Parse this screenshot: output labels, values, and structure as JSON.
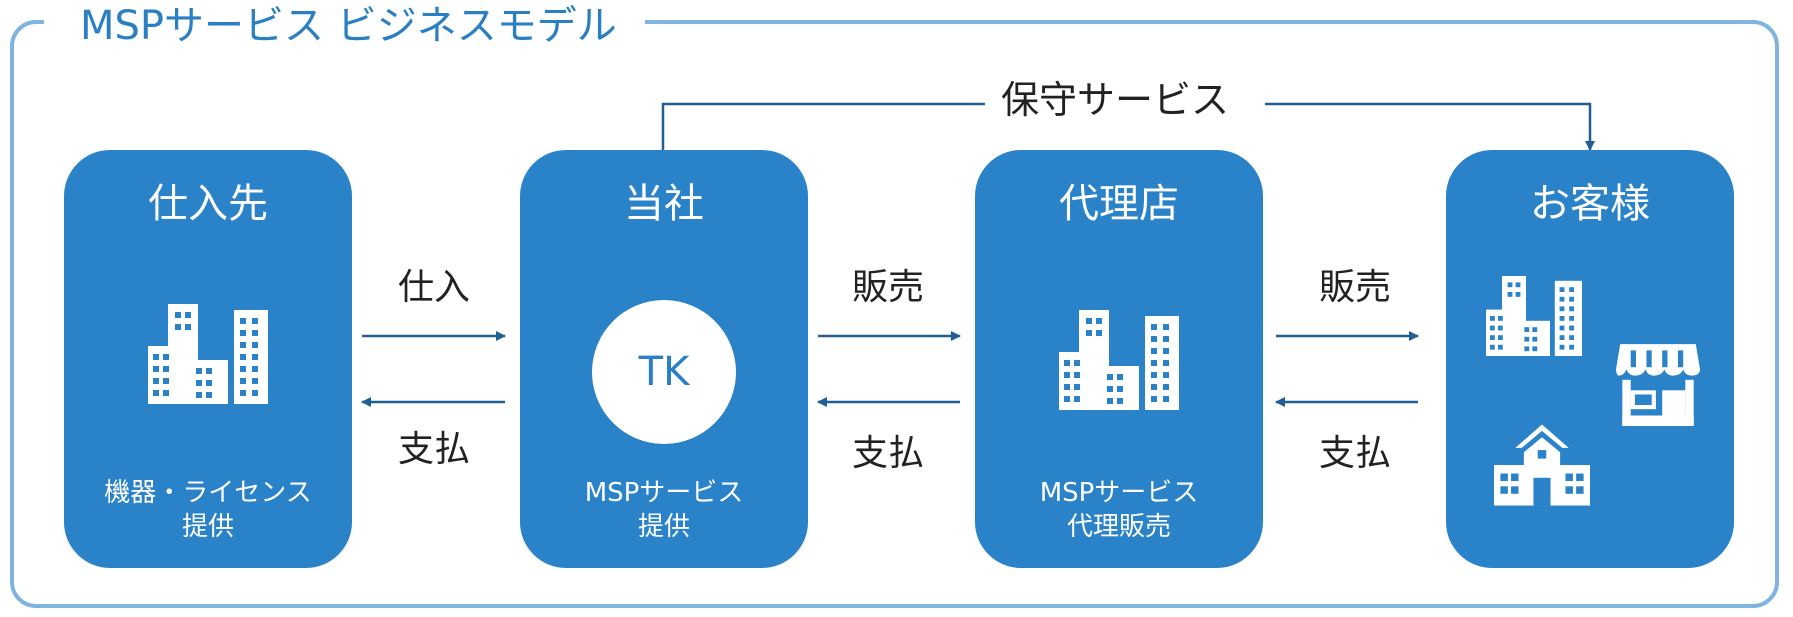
{
  "title": "MSPサービス ビジネスモデル",
  "service": {
    "label": "保守サービス"
  },
  "boxes": [
    {
      "title": "仕入先",
      "sub": "機器・ライセンス\n提供"
    },
    {
      "title": "当社",
      "logo": "TK",
      "sub": "MSPサービス\n提供"
    },
    {
      "title": "代理店",
      "sub": "MSPサービス\n代理販売"
    },
    {
      "title": "お客様"
    }
  ],
  "flows": [
    {
      "top": "仕入",
      "bottom": "支払"
    },
    {
      "top": "販売",
      "bottom": "支払"
    },
    {
      "top": "販売",
      "bottom": "支払"
    }
  ],
  "icons": {
    "supplier": "office-buildings-icon",
    "agency": "office-buildings-icon",
    "customer_a": "office-buildings-icon",
    "customer_b": "storefront-icon",
    "customer_c": "school-icon"
  },
  "colors": {
    "box": "#2a82c8",
    "frame": "#7fb3e0",
    "title": "#2a7fc3",
    "arrow": "#1f5f95"
  }
}
